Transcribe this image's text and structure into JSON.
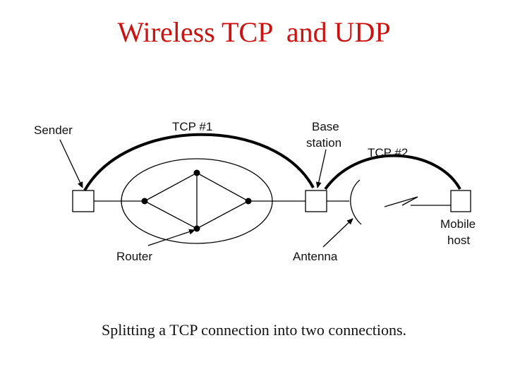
{
  "slide": {
    "title": "Wireless TCP  and UDP",
    "caption": "Splitting a TCP connection into two connections."
  },
  "diagram": {
    "labels": {
      "sender": "Sender",
      "tcp1": "TCP #1",
      "base_line1": "Base",
      "base_line2": "station",
      "tcp2": "TCP #2",
      "router": "Router",
      "antenna": "Antenna",
      "mobile_line1": "Mobile",
      "mobile_line2": "host"
    }
  },
  "colors": {
    "title": "#cc1111",
    "text": "#111111",
    "line": "#000000"
  }
}
